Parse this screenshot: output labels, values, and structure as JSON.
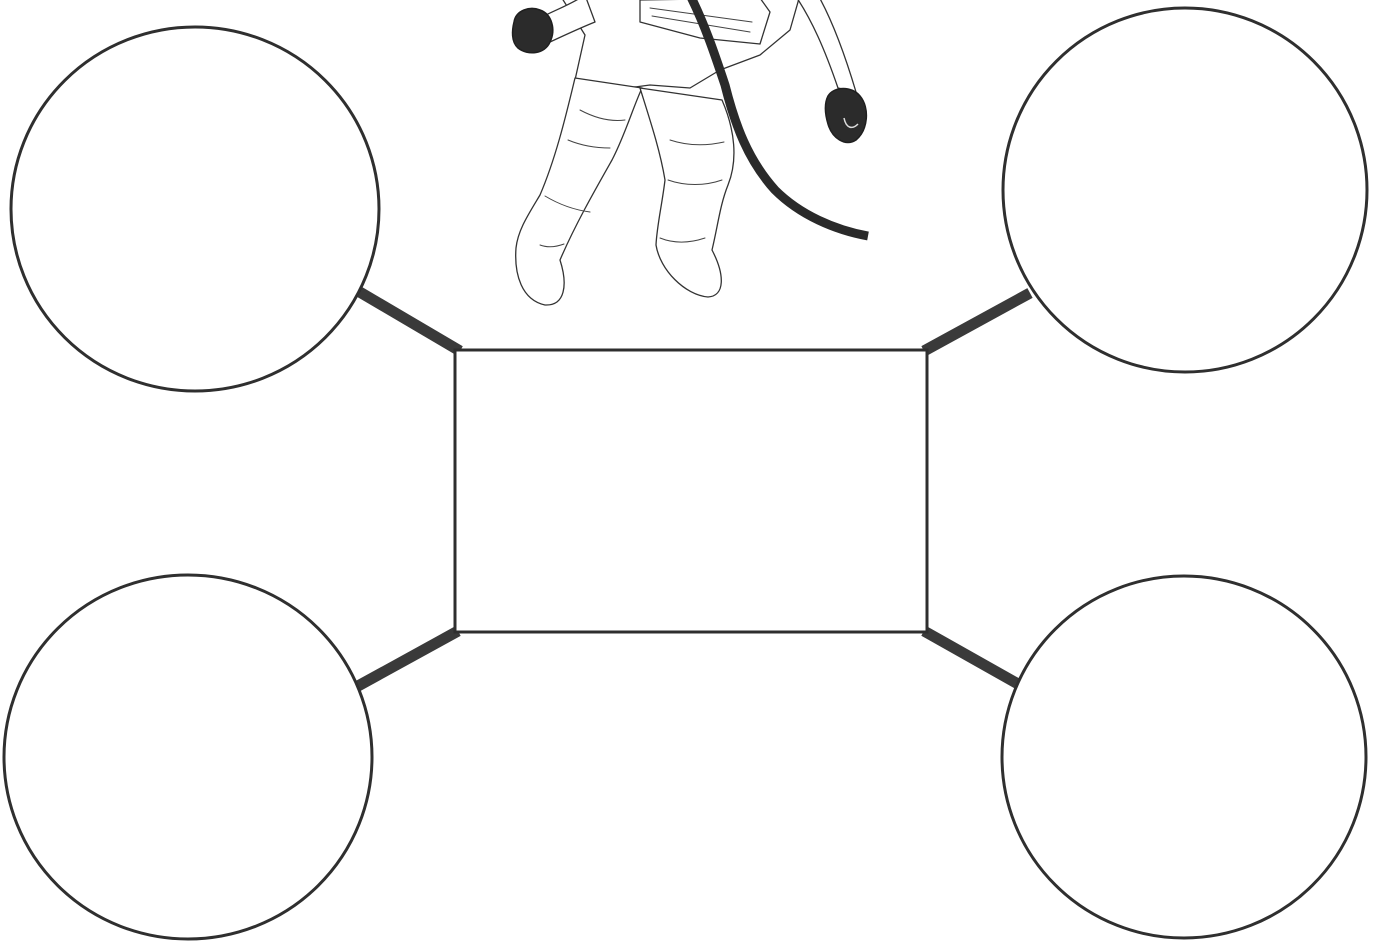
{
  "diagram": {
    "type": "graphic-organizer",
    "center_box": {
      "label": ""
    },
    "bubbles": [
      {
        "id": "top-left",
        "label": ""
      },
      {
        "id": "top-right",
        "label": ""
      },
      {
        "id": "bottom-left",
        "label": ""
      },
      {
        "id": "bottom-right",
        "label": ""
      }
    ],
    "illustration": {
      "icon": "astronaut-icon"
    },
    "colors": {
      "outline": "#2f2f2f",
      "connector": "#3a3a3a",
      "glove": "#2b2b2b",
      "background": "#ffffff"
    }
  }
}
